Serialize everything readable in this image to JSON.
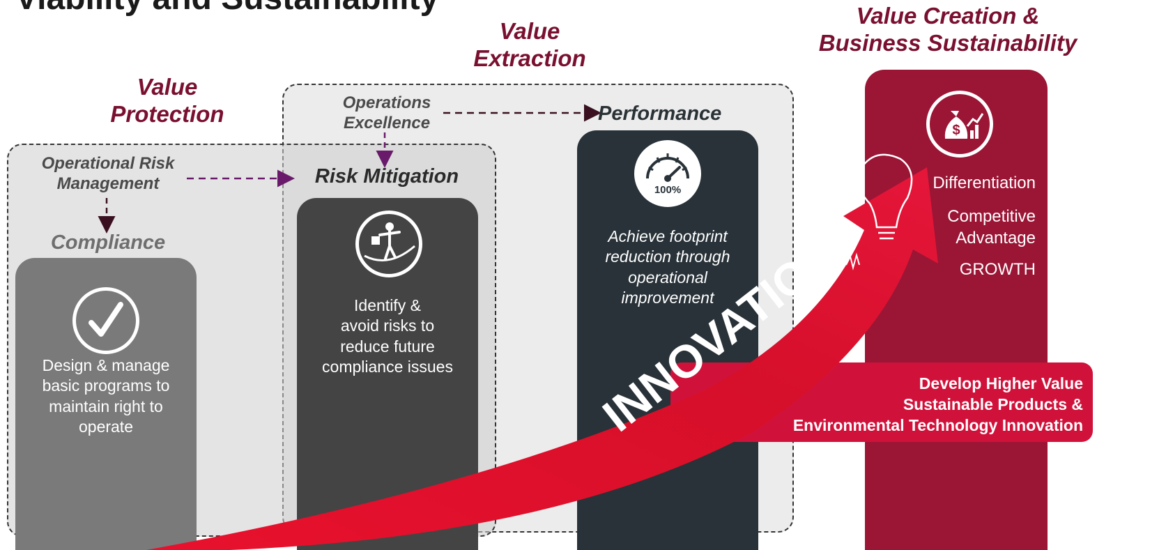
{
  "title": "Viability and Sustainability",
  "stages": {
    "protection": {
      "header": "Value\nProtection",
      "source_label": "Operational Risk\nManagement",
      "card_title": "Compliance",
      "card_text": "Design & manage\nbasic programs to\nmaintain right to\noperate",
      "icon": "checkmark-icon"
    },
    "mitigation": {
      "source_label": "Operations\nExcellence",
      "card_title": "Risk Mitigation",
      "card_text": "Identify &\navoid risks to\nreduce future\ncompliance issues",
      "icon": "tightrope-walker-icon"
    },
    "extraction": {
      "header": "Value\nExtraction",
      "card_title": "Performance",
      "card_text": "Achieve footprint\nreduction through\noperational\nimprovement",
      "icon": "speedometer-icon",
      "gauge_label": "100%"
    },
    "creation": {
      "header": "Value Creation &\nBusiness Sustainability",
      "items": [
        "Differentiation",
        "Competitive\nAdvantage",
        "GROWTH"
      ],
      "icon": "money-bag-growth-icon",
      "banner": "Develop Higher Value\nSustainable Products &\nEnvironmental Technology Innovation"
    }
  },
  "arrow_label": "INNOVATION",
  "colors": {
    "header": "#7a1030",
    "compliance_card": "#7a7a7a",
    "mitigation_card": "#444444",
    "performance_card": "#283238",
    "creation_card": "#9b1535",
    "arrow": "#d8102c",
    "banner": "#d0123b"
  }
}
